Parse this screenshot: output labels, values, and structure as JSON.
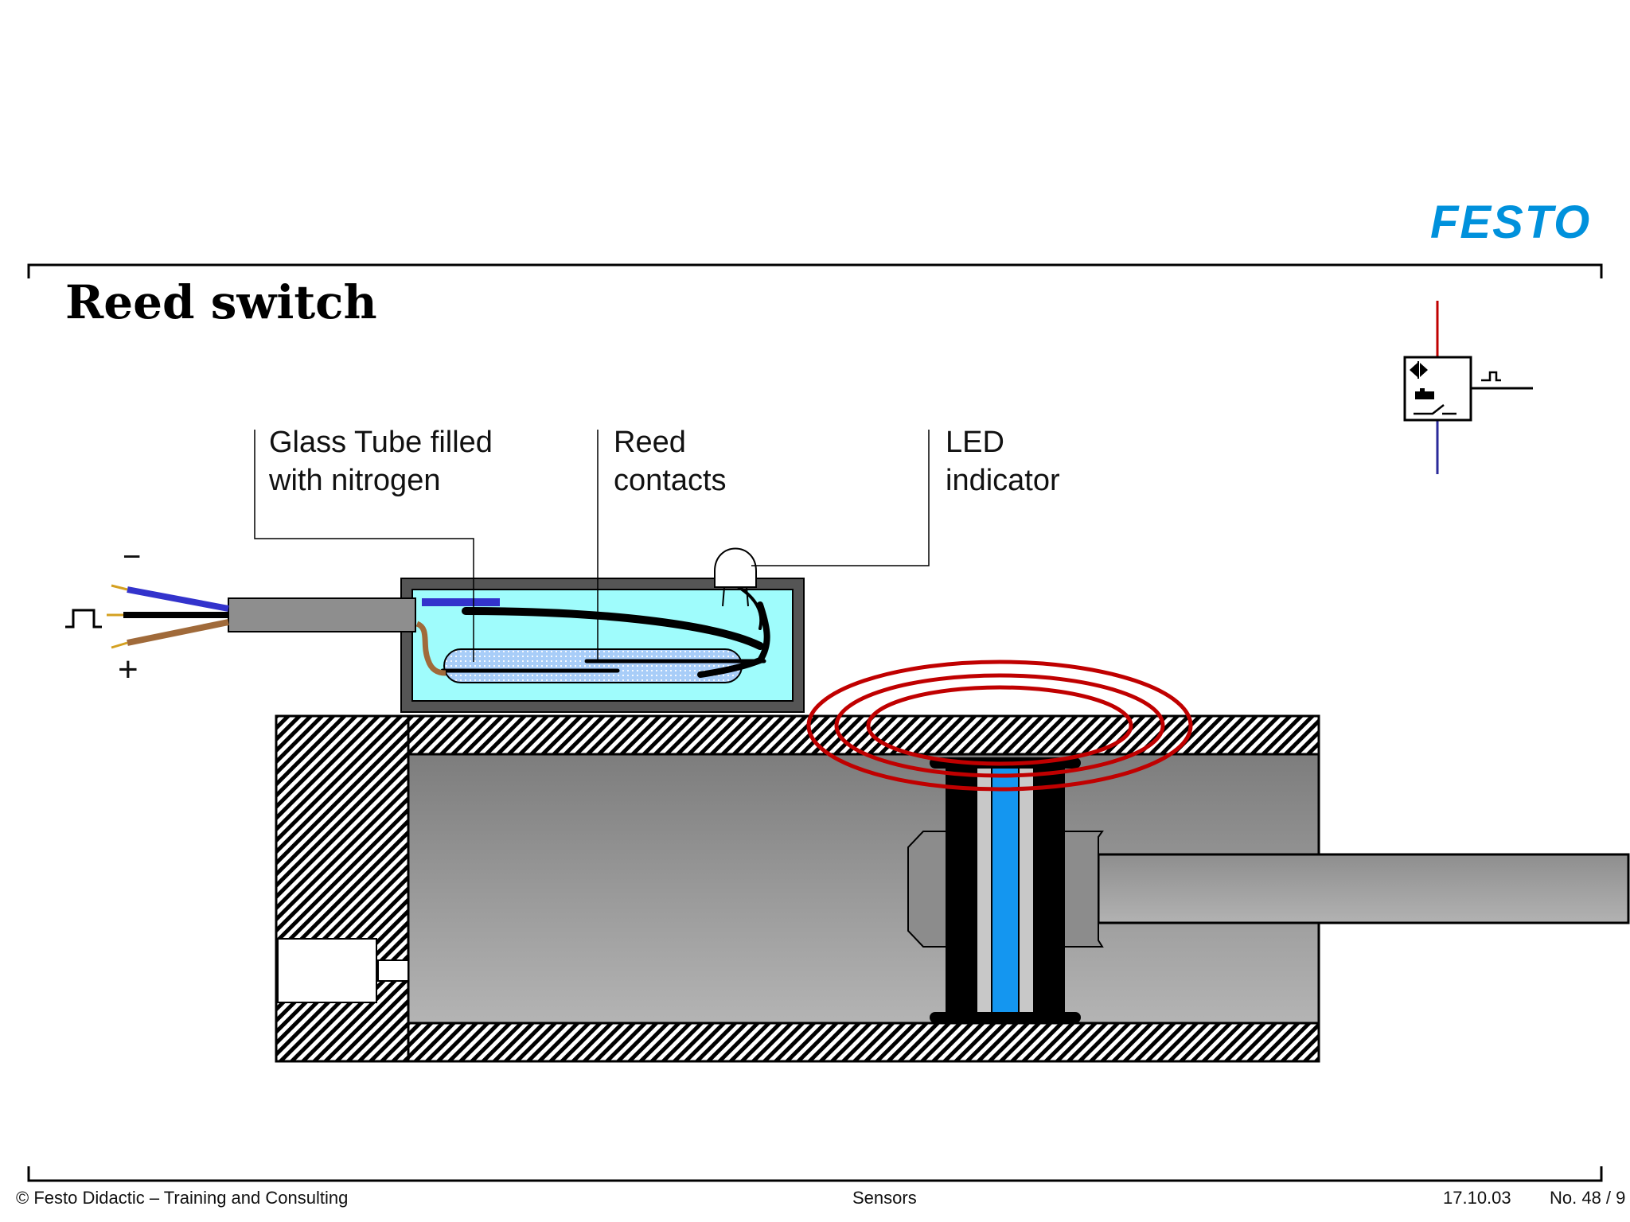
{
  "brand": {
    "logo_text": "FESTO",
    "color": "#0091dc"
  },
  "slide": {
    "title": "Reed switch"
  },
  "labels": {
    "glass_tube": {
      "line1": "Glass Tube filled",
      "line2": "with nitrogen"
    },
    "reed_contacts": {
      "line1": "Reed",
      "line2": "contacts"
    },
    "led": {
      "line1": "LED",
      "line2": "indicator"
    }
  },
  "wires": {
    "negative": "−",
    "positive": "+"
  },
  "footer": {
    "copyright": "© Festo Didactic – Training and Consulting",
    "topic": "Sensors",
    "date": "17.10.03",
    "page": "No. 48 / 9"
  },
  "colors": {
    "housing_fill": "#9ffcfc",
    "wire_blue": "#3333cc",
    "wire_brown": "#a06a3a",
    "magnet_rings": "#c00000",
    "piston_blue": "#1496f0"
  }
}
